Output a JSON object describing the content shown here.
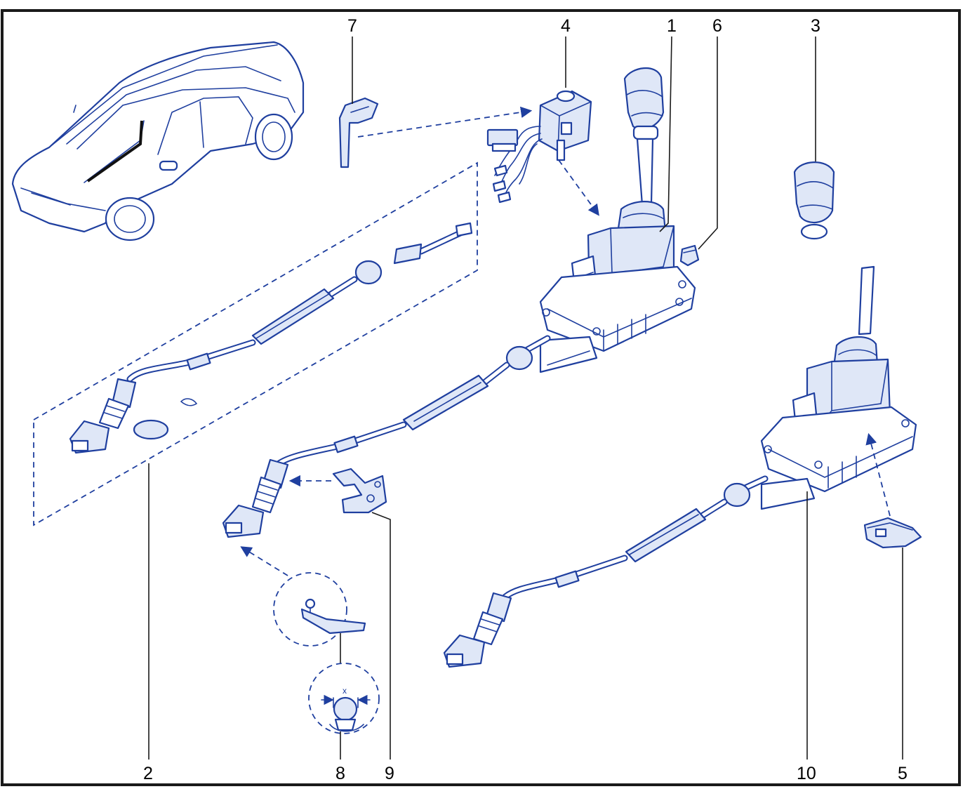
{
  "colors": {
    "line": "#1f3f9f",
    "frame": "#1a1a1a",
    "background": "#ffffff"
  },
  "callouts": {
    "c1": "1",
    "c2": "2",
    "c3": "3",
    "c4": "4",
    "c5": "5",
    "c6": "6",
    "c7": "7",
    "c8": "8",
    "c9": "9",
    "c10": "10"
  },
  "detail_label": "x"
}
